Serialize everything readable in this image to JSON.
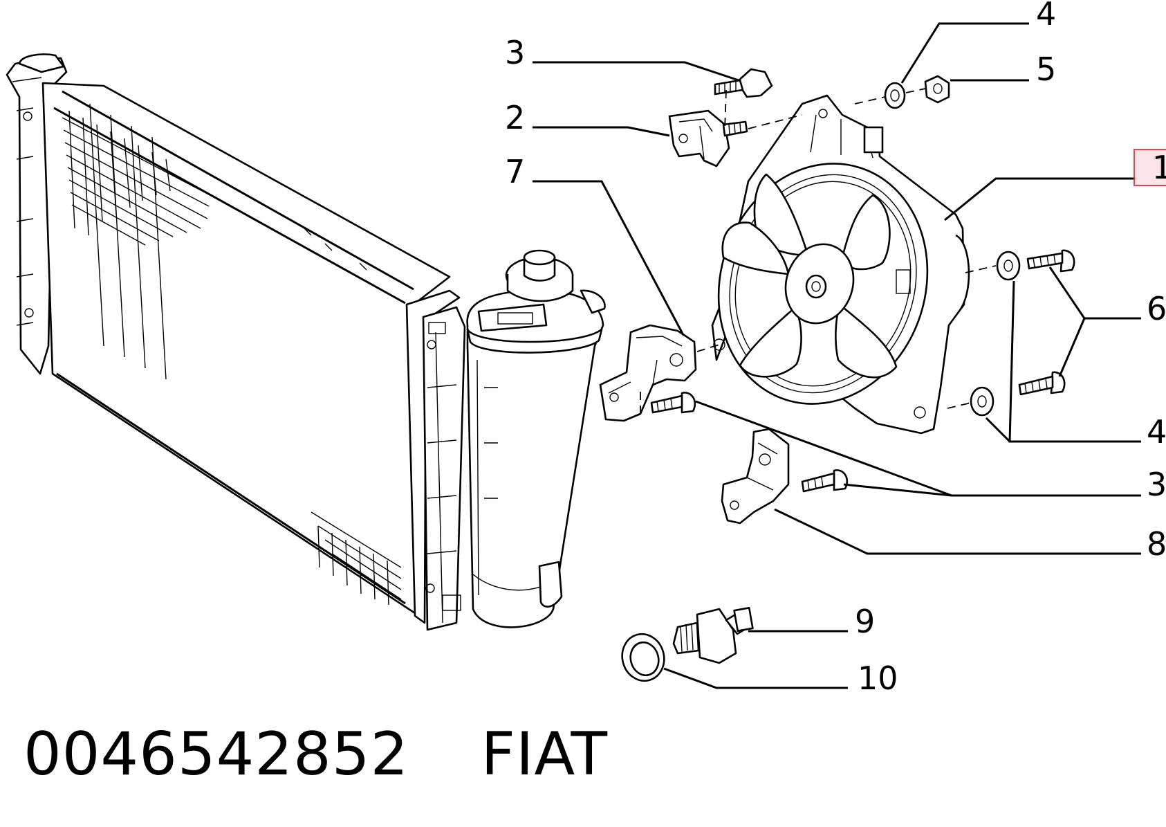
{
  "diagram": {
    "callouts": {
      "c1": "1",
      "c2": "2",
      "c3_top": "3",
      "c3_right": "3",
      "c4_top": "4",
      "c4_right": "4",
      "c5": "5",
      "c6": "6",
      "c7": "7",
      "c8": "8",
      "c9": "9",
      "c10": "10"
    },
    "highlight_color": "#e0303a"
  },
  "footer": {
    "part_number": "0046542852",
    "brand": "FIAT"
  }
}
